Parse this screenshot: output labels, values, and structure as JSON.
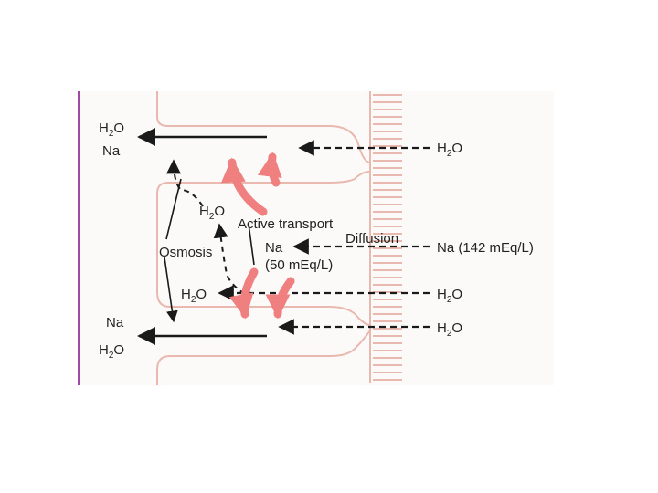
{
  "labels": {
    "top_left_h2o": "H2O",
    "top_left_na": "Na",
    "top_right_h2o": "H2O",
    "inner_h2o": "H2O",
    "active_transport": "Active transport",
    "diffusion": "Diffusion",
    "osmosis": "Osmosis",
    "cell_na": "Na",
    "cell_na_conc": "(50 mEq/L)",
    "lumen_na": "Na (142 mEq/L)",
    "mid_left_h2o": "H2O",
    "mid_right_h2o": "H2O",
    "bottom_right_h2o": "H2O",
    "bottom_left_na": "Na",
    "bottom_left_h2o": "H2O"
  },
  "colors": {
    "membrane": "#e9b9b0",
    "active_arrow": "#f08080",
    "arrow": "#1a1a1a",
    "accent_line": "#a04aa8",
    "background": "#ffffff",
    "figure_bg": "#fbfaf8"
  }
}
